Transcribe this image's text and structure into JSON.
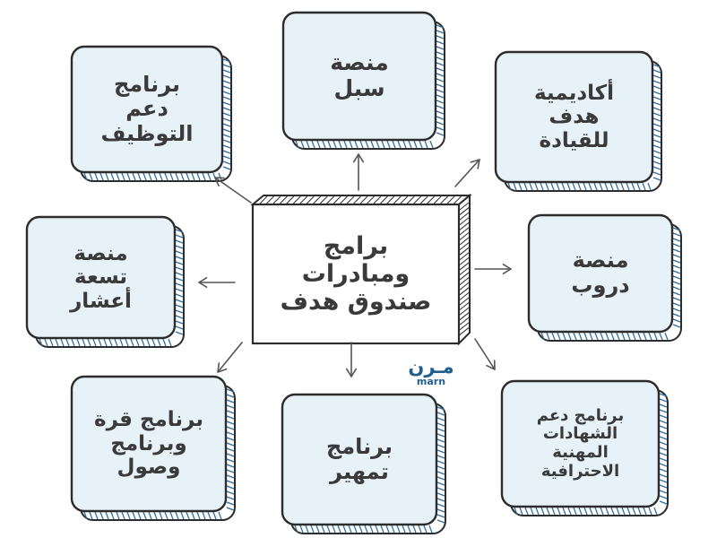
{
  "diagram": {
    "center": {
      "lines": [
        "برامج",
        "ومبادرات",
        "صندوق هدف"
      ]
    },
    "nodes": [
      {
        "id": "sobol",
        "lines": [
          "منصة",
          "سبل"
        ]
      },
      {
        "id": "employment",
        "lines": [
          "برنامج",
          "دعم",
          "التوظيف"
        ]
      },
      {
        "id": "academy",
        "lines": [
          "أكاديمية",
          "هدف",
          "للقيادة"
        ]
      },
      {
        "id": "tasaa",
        "lines": [
          "منصة",
          "تسعة",
          "أعشار"
        ]
      },
      {
        "id": "doroob",
        "lines": [
          "منصة",
          "دروب"
        ]
      },
      {
        "id": "qurra",
        "lines": [
          "برنامج قرة",
          "وبرنامج",
          "وصول"
        ]
      },
      {
        "id": "tamheer",
        "lines": [
          "برنامج",
          "تمهير"
        ]
      },
      {
        "id": "certificates",
        "lines": [
          "برنامج دعم",
          "الشهادات",
          "المهنية",
          "الاحترافية"
        ]
      }
    ]
  },
  "logo": {
    "mark": "مـرن",
    "sub": "marn"
  },
  "colors": {
    "box_fill": "#e6f1f8",
    "box_stroke": "#2c2c2c",
    "text": "#3a3a3a",
    "logo": "#1f5f8f"
  }
}
